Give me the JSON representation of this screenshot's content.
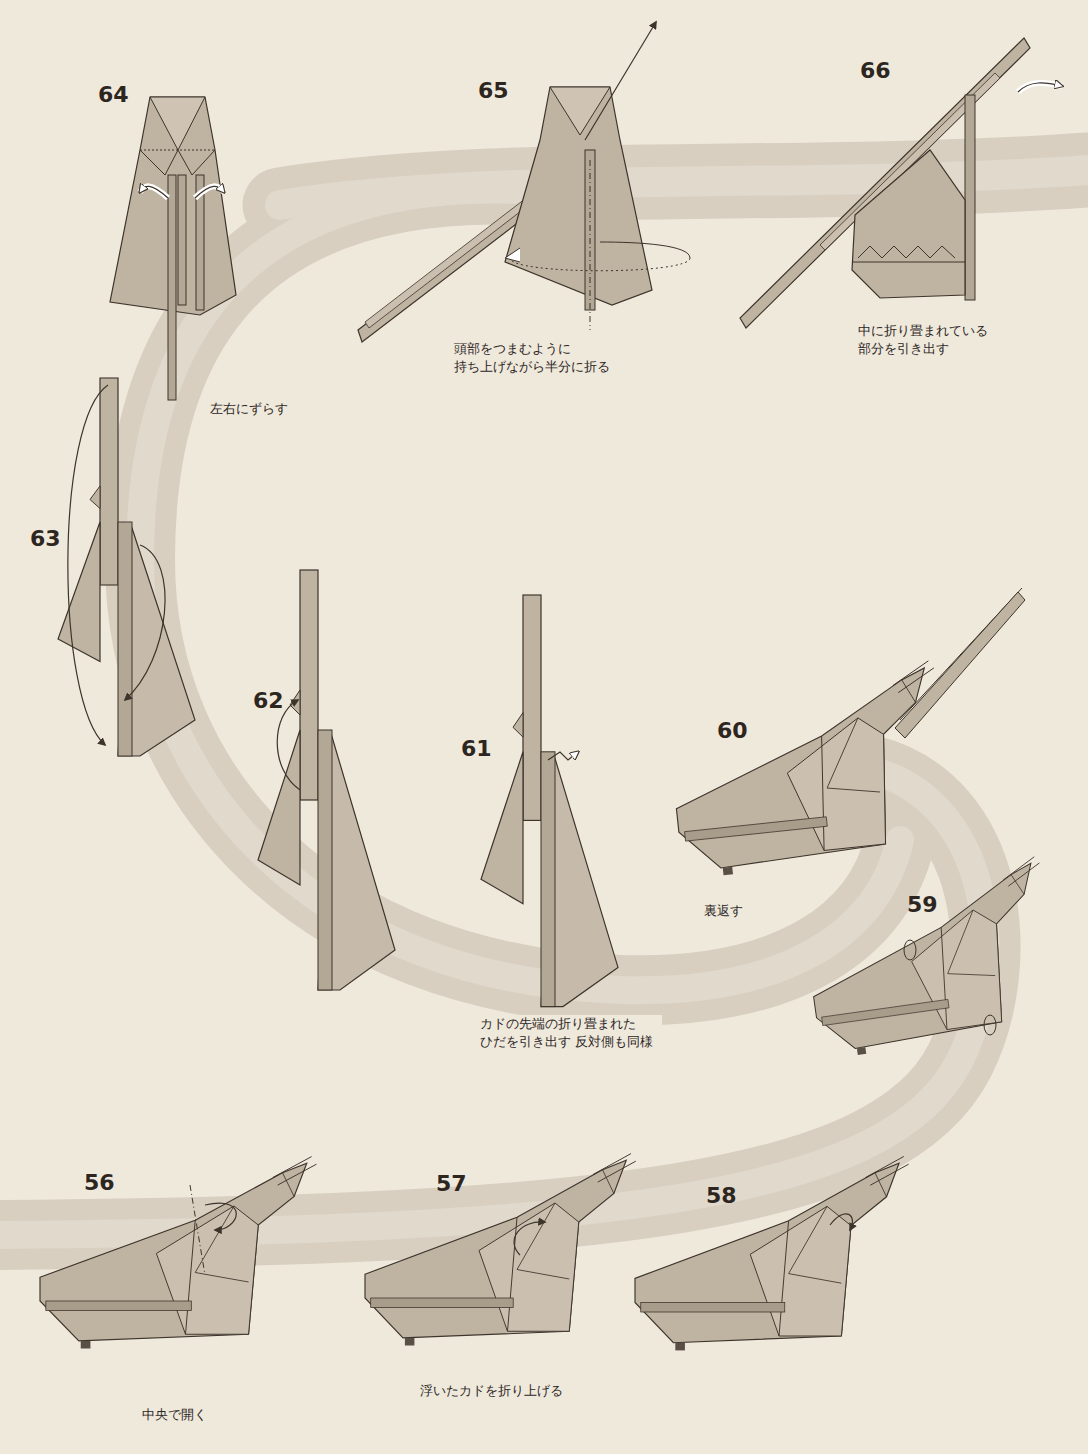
{
  "diagram": {
    "labels": [
      "64",
      "65",
      "66",
      "頭部をつまむように 持ち上げながら半分に折る",
      "中に折り畳まれている 部分を引き出す",
      "左右にずらす",
      "63",
      "62",
      "61",
      "60",
      "裏返す",
      "59",
      "カドの先端の折り畳まれた ひだを引き出す 反対側も同様",
      "56",
      "57",
      "58",
      "浮いたカドを折り上げる",
      "中央で開く"
    ]
  }
}
